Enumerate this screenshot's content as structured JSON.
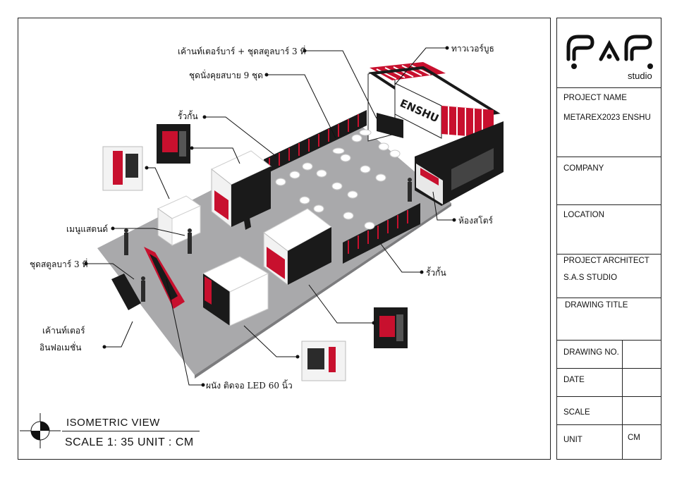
{
  "callouts": {
    "counter_bar": "เค้านท์เตอร์บาร์ + ชุดสตูลบาร์ 3 ที่",
    "lounge_set": "ชุดนั่งคุยสบาย 9 ชุด",
    "fence_top": "รั้วกั้น",
    "tower_booth": "ทาวเวอร์บูธ",
    "menu_stand": "เมนูแสตนด์",
    "stool_set": "ชุดสตูลบาร์ 3 ที่",
    "store_room": "ห้องสโตร์",
    "fence_bottom": "รั้วกั้น",
    "info_counter_1": "เค้านท์เตอร์",
    "info_counter_2": "อินฟอเมชั่น",
    "led_wall": "ผนัง ติดจอ LED 60 นิ้ว"
  },
  "booth": {
    "brand_text": "ENSHU"
  },
  "view": {
    "title": "ISOMETRIC VIEW",
    "scale": "SCALE 1: 35 UNIT : CM"
  },
  "titleblock": {
    "logo_text": "studio",
    "project_name_label": "PROJECT NAME",
    "project_name_value": "METAREX2023 ENSHU",
    "company_label": "COMPANY",
    "location_label": "LOCATION",
    "architect_label": "PROJECT ARCHITECT",
    "architect_value": "S.A.S STUDIO",
    "drawing_title_label": "DRAWING TITLE",
    "drawing_no_label": "DRAWING NO.",
    "date_label": "DATE",
    "scale_label": "SCALE",
    "unit_label": "UNIT",
    "unit_value": "CM"
  },
  "colors": {
    "accent_red": "#c8102e",
    "floor_gray": "#a9a9ab",
    "dark": "#1a1a1a"
  }
}
